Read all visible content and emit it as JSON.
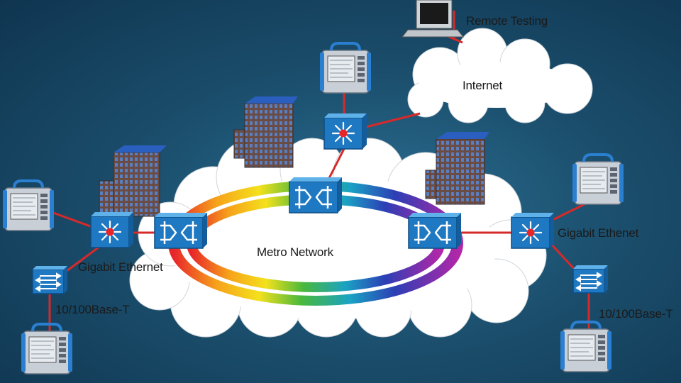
{
  "labels": {
    "remote_testing": "Remote Testing",
    "internet": "Internet",
    "metro_network": "Metro Network",
    "gigabit_ethernet_left": "Gigabit Ethernet",
    "gigabit_ethernet_right": "Gigabit Ethenet",
    "base_t_left": "10/100Base-T",
    "base_t_right": "10/100Base-T"
  },
  "colors": {
    "link": "#d62a2a",
    "device": "#1f79c2",
    "background": "#1b4f6d",
    "cloud": "#ffffff"
  },
  "icons": [
    "computer-icon",
    "test-instrument-icon",
    "cloud-icon",
    "switch-icon",
    "building-icon",
    "ring-router-icon",
    "ethernet-switch-icon"
  ]
}
